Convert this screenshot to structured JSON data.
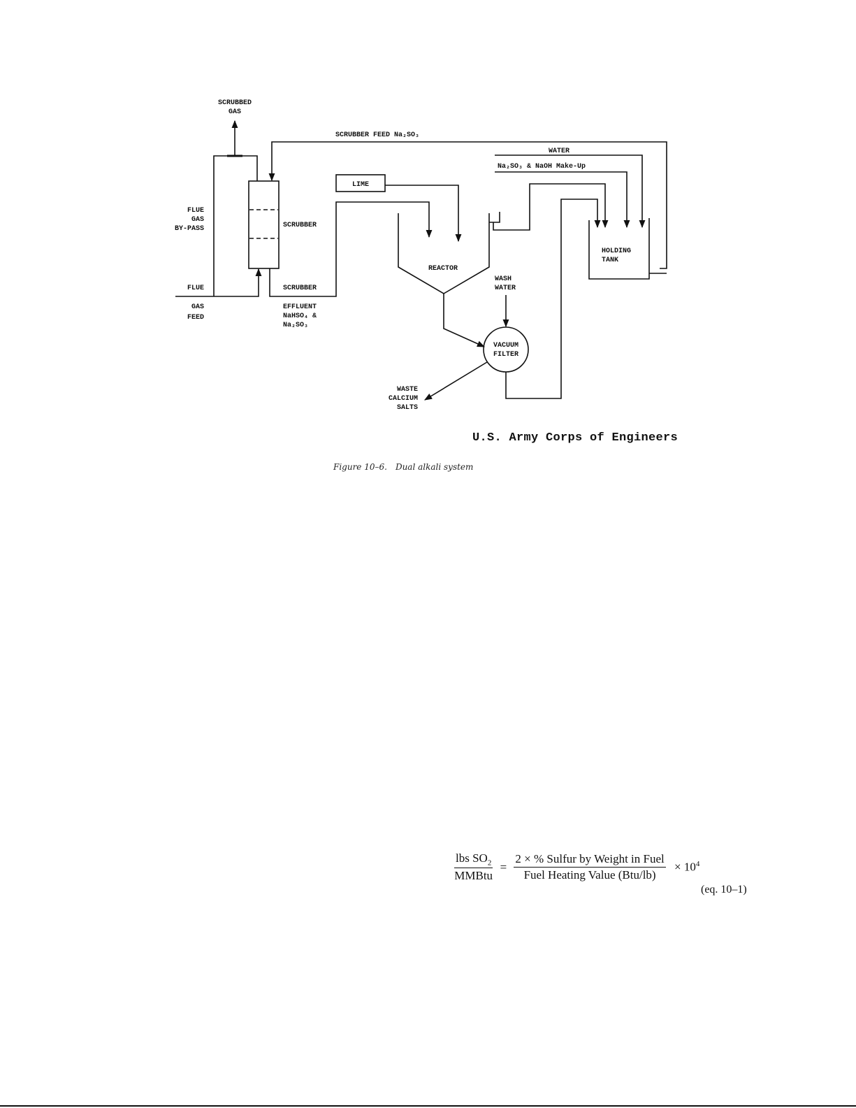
{
  "figure": {
    "labels": {
      "scrubbed_gas": [
        "SCRUBBED",
        "GAS"
      ],
      "scrubber_feed": "SCRUBBER FEED Na₂SO₃",
      "water": "WATER",
      "makeup": "Na₂SO₃ & NaOH Make-Up",
      "lime": "LIME",
      "flue_gas_bypass": [
        "FLUE",
        "GAS",
        "BY-PASS"
      ],
      "scrubber": "SCRUBBER",
      "scrubber_effluent": [
        "SCRUBBER",
        "EFFLUENT",
        "NaHSO₄ &",
        "Na₂SO₃"
      ],
      "flue_gas_feed": [
        "FLUE",
        "GAS",
        "FEED"
      ],
      "reactor": "REACTOR",
      "wash_water": [
        "WASH",
        "WATER"
      ],
      "holding_tank": [
        "HOLDING",
        "TANK"
      ],
      "vacuum_filter": [
        "VACUUM",
        "FILTER"
      ],
      "waste_calcium_salts": [
        "WASTE",
        "CALCIUM",
        "SALTS"
      ]
    },
    "credit": "U.S. Army Corps of Engineers",
    "caption_number": "Figure 10–6.",
    "caption_title": "Dual alkali system"
  },
  "equation": {
    "lhs_num": "lbs SO",
    "lhs_num_sub": "2",
    "lhs_den": "MMBtu",
    "equals": "=",
    "rhs_num": "2 × % Sulfur by Weight in Fuel",
    "rhs_den": "Fuel Heating Value (Btu/lb)",
    "multiplier_base": "× 10",
    "multiplier_exp": "4",
    "label": "(eq. 10–1)"
  }
}
